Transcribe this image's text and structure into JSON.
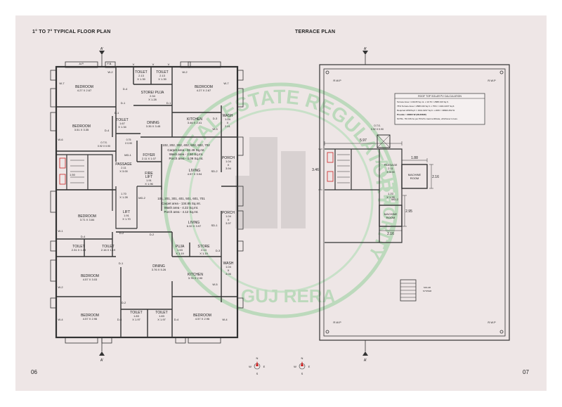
{
  "left_plan": {
    "title": "1° TO 7° TYPICAL FLOOR PLAN",
    "page_number": "06",
    "section_marker": "A'",
    "rooms": [
      {
        "name": "BEDROOM",
        "dim": "4.27 X 2.67"
      },
      {
        "name": "TOILET",
        "dim": "2.13\nX 1.39"
      },
      {
        "name": "TOILET",
        "dim": "2.13\nX 1.39"
      },
      {
        "name": "BEDROOM",
        "dim": "4.27 X 2.67"
      },
      {
        "name": "STORE/ PUJA",
        "dim": "2.34\nX 1.28"
      },
      {
        "name": "BEDROOM",
        "dim": "3.51 X 3.35"
      },
      {
        "name": "TOILET",
        "dim": "1.67\nX 1.34"
      },
      {
        "name": "DINING",
        "dim": "3.35 X 3.45"
      },
      {
        "name": "KITCHEN",
        "dim": "3.46 X 2.41"
      },
      {
        "name": "WASH",
        "dim": "1.04\nX\n2.41"
      },
      {
        "name": "FOYER",
        "dim": "2.11 X 1.07"
      },
      {
        "name": "PASSAGE",
        "dim": "2.11\nX 3.00"
      },
      {
        "name": "FIRE\nLIFT",
        "dim": "1.91\nX 1.96"
      },
      {
        "name": "LIVING",
        "dim": "4.57 X 3.94"
      },
      {
        "name": "PORCH",
        "dim": "1.04\nX\n3.94"
      },
      {
        "name": "LIFT",
        "dim": "1.91\nX 1.70"
      },
      {
        "name": "BEDROOM",
        "dim": "3.71 X 3.84"
      },
      {
        "name": "LIVING",
        "dim": "6.32 X 3.97"
      },
      {
        "name": "PORCH",
        "dim": "1.04\nX\n3.97"
      },
      {
        "name": "TOILET",
        "dim": "2.31 X 1.19"
      },
      {
        "name": "TOILET",
        "dim": "2.16 X 1.19"
      },
      {
        "name": "PUJA",
        "dim": "1.53\nX 1.19"
      },
      {
        "name": "STORE",
        "dim": "2.13\nX 1.19"
      },
      {
        "name": "BEDROOM",
        "dim": "4.57 X 3.03"
      },
      {
        "name": "DINING",
        "dim": "3.76 X 5.26"
      },
      {
        "name": "KITCHEN",
        "dim": "3.76 X 2.90"
      },
      {
        "name": "WASH",
        "dim": "1.04\nX\n4.06"
      },
      {
        "name": "BEDROOM",
        "dim": "4.57 X 2.96"
      },
      {
        "name": "TOILET",
        "dim": "1.83\nX 1.97"
      },
      {
        "name": "TOILET",
        "dim": "1.83\nX 1.97"
      },
      {
        "name": "BEDROOM",
        "dim": "4.57 X 2.96"
      }
    ],
    "unit_a": {
      "units": "102, 202, 302, 402, 502, 602, 702",
      "carpet": "Carpet area - 92.49 Sq.mt.",
      "wash": "Wash area - 2.50 Sq.mt.",
      "porch": "Porch area - 4.09 Sq.mt."
    },
    "unit_b": {
      "units": "101, 201, 301, 401, 501, 601, 701",
      "carpet": "Carpet area - 134.85 Sq.mt.",
      "wash": "Wash area - 4.22 Sq.mt.",
      "porch": "Porch area - 4.12 Sq.mt."
    },
    "stair_landing": "1.70\nX 1.28",
    "ots": "O.T.S.\n0.92 X 0.90",
    "ots_small": "0.75\nX 0.90",
    "door_labels": [
      "W-2",
      "W-2",
      "W-7",
      "W-7",
      "D-4",
      "D-1",
      "D-1",
      "D-1",
      "D-4",
      "W-3",
      "D-3",
      "W-6",
      "MD-1",
      "MD-2",
      "SD-2",
      "SD-1",
      "D-2",
      "D-2",
      "W-1",
      "D-4",
      "D-3",
      "D-1",
      "W-5",
      "W-2",
      "D-2",
      "W-4",
      "D-4",
      "D-4",
      "W-4",
      "V",
      "V",
      "V",
      "F.B.",
      "A.P.",
      "1.50"
    ],
    "compass": {
      "n": "N",
      "s": "S",
      "e": "E",
      "w": "W"
    }
  },
  "right_plan": {
    "title": "TERRACE PLAN",
    "page_number": "07",
    "section_marker": "A'",
    "rwp_label": "R.W.P",
    "dims": {
      "width": "5.97",
      "left_height": "3.46",
      "mr_w": "1.88",
      "mr_h": "2.16",
      "mr2_h": "2.95",
      "mr2_w": "2.16"
    },
    "machine_room": "MACHINE\nROOM",
    "passage": "PASSAGE\n2.11\nX 3.00",
    "landing": "1.70\nX 1.28",
    "md2": "MD-2",
    "ots": "O.T.S.\n0.92 X 0.90",
    "solar": "SOLAR\nSYSTEM",
    "solar_box": {
      "title": "ROOF TOP SOLAR PV CALCULATION",
      "lines": [
        "Terrace Area = 249.05 Sq.mt. x 10.76 = 2588.316 Sq.ft.",
        "75% Terrace Area = 2588.316 Sq.ft. x 75% = 1941.0237 Sq.ft.",
        "Required 20W/Sq.ft = 1941.0237 Sq.ft. x 20W = 38820.452 W",
        "Provide = 38300 W (38.30KW)",
        "NOTE:- 5% KW As per PGVCL load certificate, whichever is less."
      ]
    },
    "compass": {
      "n": "N",
      "s": "S",
      "e": "E",
      "w": "W"
    }
  },
  "watermark": {
    "top": "REAL ESTATE REGULATORY",
    "bottom": "GUJ RERA",
    "right": "AUTHORITY"
  },
  "colors": {
    "paper": "#eee6e6",
    "line": "#333333",
    "watermark": "#bcd9bc",
    "red": "#cc2222"
  }
}
